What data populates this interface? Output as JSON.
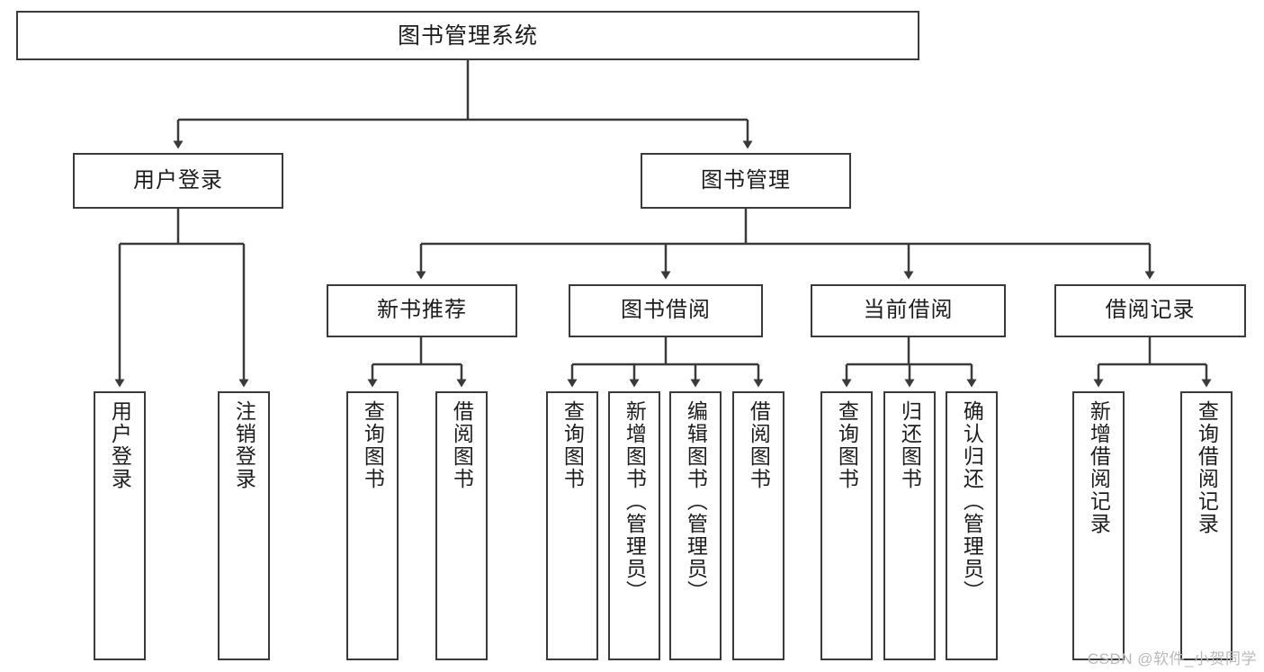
{
  "diagram": {
    "title": "图书管理系统",
    "type": "tree-hierarchy-diagram",
    "watermark": "CSDN @软件_小贺同学",
    "colors": {
      "stroke": "#3a3a3a",
      "fill": "#ffffff",
      "text": "#1d1d1d",
      "watermark": "#b9b9b9"
    },
    "root": {
      "label": "图书管理系统"
    },
    "level2": [
      {
        "label": "用户登录"
      },
      {
        "label": "图书管理"
      }
    ],
    "level3": [
      {
        "label": "新书推荐"
      },
      {
        "label": "图书借阅"
      },
      {
        "label": "当前借阅"
      },
      {
        "label": "借阅记录"
      }
    ],
    "leaves": {
      "user_login": [
        {
          "label": "用户登录"
        },
        {
          "label": "注销登录"
        }
      ],
      "new_book_recommend": [
        {
          "label": "查询图书"
        },
        {
          "label": "借阅图书"
        }
      ],
      "book_borrow": [
        {
          "label": "查询图书"
        },
        {
          "label": "新增图书（管理员）"
        },
        {
          "label": "编辑图书（管理员）"
        },
        {
          "label": "借阅图书"
        }
      ],
      "current_borrow": [
        {
          "label": "查询图书"
        },
        {
          "label": "归还图书"
        },
        {
          "label": "确认归还（管理员）"
        }
      ],
      "borrow_records": [
        {
          "label": "新增借阅记录"
        },
        {
          "label": "查询借阅记录"
        }
      ]
    }
  }
}
